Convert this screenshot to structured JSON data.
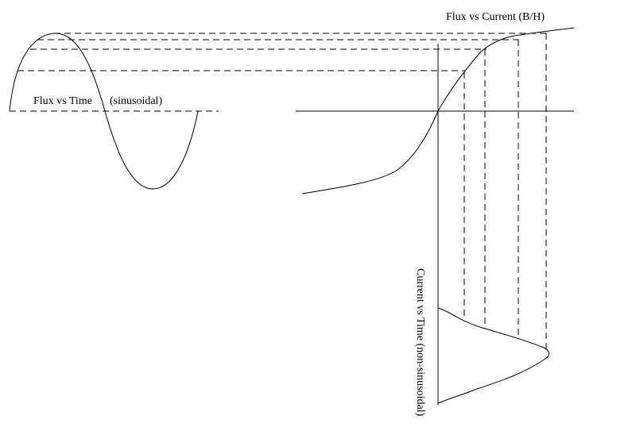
{
  "labels": {
    "flux_time": "Flux vs Time",
    "flux_time_note": "(sinusoidal)",
    "flux_current": "Flux vs Current (B/H)",
    "current_time": "Current vs Time (non-sinusoidal)"
  },
  "colors": {
    "background": "#ffffff",
    "ink": "#000000"
  }
}
